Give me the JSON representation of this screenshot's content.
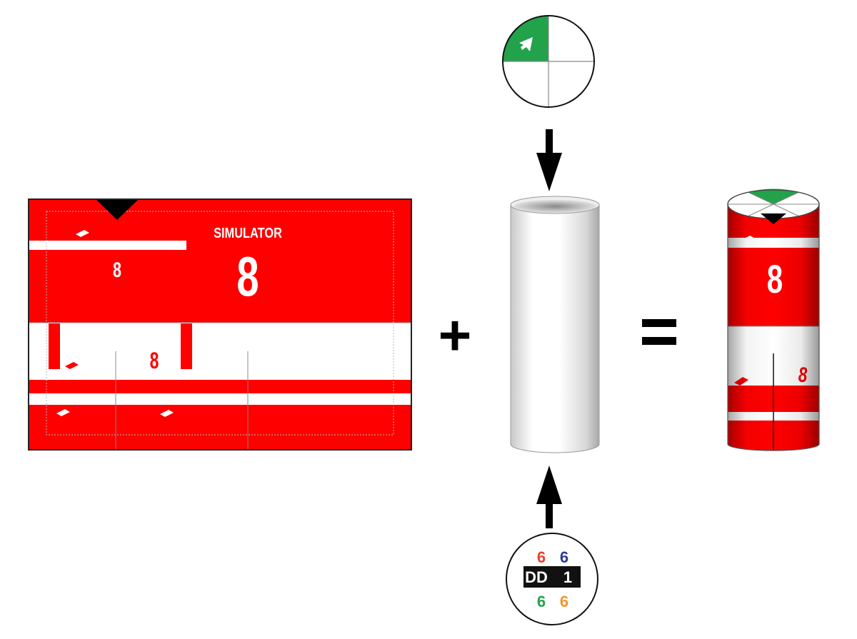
{
  "flat_panel": {
    "header_text": "SIMULATOR",
    "big_number": "8",
    "small_number": "8",
    "band_number": "8"
  },
  "operators": {
    "plus": "+",
    "equals": "="
  },
  "bottom_disk": {
    "top_left": "6",
    "top_right": "6",
    "label": "DD",
    "label_value": "1",
    "bottom_left": "6",
    "bottom_right": "6"
  },
  "result_cylinder": {
    "big_number": "8",
    "band_number": "8"
  },
  "colors": {
    "panel_red": "#ff0000",
    "disk_green": "#22a24a",
    "digit_red": "#e8432a",
    "digit_blue": "#2b3b8f",
    "digit_green": "#22a24a",
    "digit_orange": "#f0952b",
    "label_bg": "#111111"
  }
}
